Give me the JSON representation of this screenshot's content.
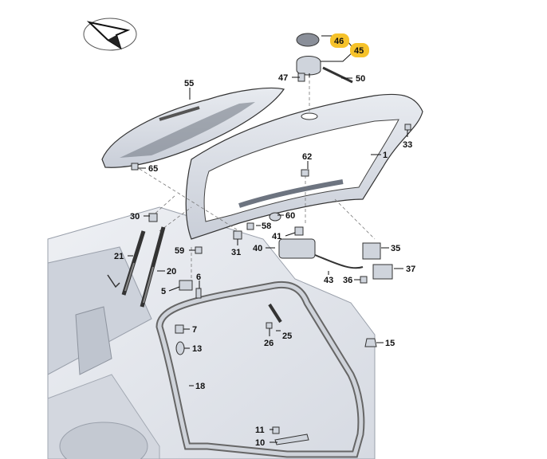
{
  "diagram": {
    "icon": "orientation-arrow-icon",
    "highlight_color": "#f6c22a",
    "line_color": "#333333",
    "body_fill": "#dfe3ea",
    "labels": {
      "p1": "1",
      "p5": "5",
      "p6": "6",
      "p7": "7",
      "p10": "10",
      "p11": "11",
      "p13": "13",
      "p15": "15",
      "p18": "18",
      "p20": "20",
      "p21": "21",
      "p25": "25",
      "p26": "26",
      "p30": "30",
      "p31": "31",
      "p33": "33",
      "p35": "35",
      "p36": "36",
      "p37": "37",
      "p40": "40",
      "p41": "41",
      "p43": "43",
      "p45": "45",
      "p46": "46",
      "p47": "47",
      "p50": "50",
      "p55": "55",
      "p58": "58",
      "p59": "59",
      "p60": "60",
      "p62": "62",
      "p65": "65"
    }
  }
}
